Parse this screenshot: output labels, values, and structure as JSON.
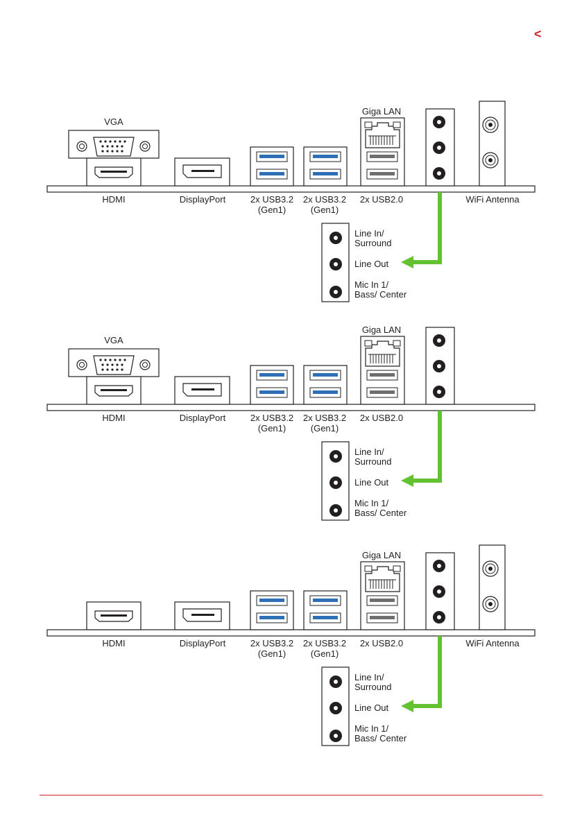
{
  "page_mark": "<",
  "accent_color": "#d2232a",
  "arrow_color": "#63c132",
  "panels": [
    {
      "vga": "VGA",
      "hdmi": "HDMI",
      "displayport": "DisplayPort",
      "usb32_a_line1": "2x USB3.2",
      "usb32_a_line2": "(Gen1)",
      "usb32_b_line1": "2x USB3.2",
      "usb32_b_line2": "(Gen1)",
      "usb20": "2x USB2.0",
      "giga_lan": "Giga LAN",
      "wifi": "WiFi Antenna",
      "line_in_1": "Line In/",
      "line_in_2": "Surround",
      "line_out": "Line Out",
      "mic_1": "Mic In 1/",
      "mic_2": "Bass/ Center"
    },
    {
      "vga": "VGA",
      "hdmi": "HDMI",
      "displayport": "DisplayPort",
      "usb32_a_line1": "2x USB3.2",
      "usb32_a_line2": "(Gen1)",
      "usb32_b_line1": "2x USB3.2",
      "usb32_b_line2": "(Gen1)",
      "usb20": "2x USB2.0",
      "giga_lan": "Giga LAN",
      "line_in_1": "Line In/",
      "line_in_2": "Surround",
      "line_out": "Line Out",
      "mic_1": "Mic In 1/",
      "mic_2": "Bass/ Center"
    },
    {
      "hdmi": "HDMI",
      "displayport": "DisplayPort",
      "usb32_a_line1": "2x USB3.2",
      "usb32_a_line2": "(Gen1)",
      "usb32_b_line1": "2x USB3.2",
      "usb32_b_line2": "(Gen1)",
      "usb20": "2x USB2.0",
      "giga_lan": "Giga LAN",
      "wifi": "WiFi Antenna",
      "line_in_1": "Line In/",
      "line_in_2": "Surround",
      "line_out": "Line Out",
      "mic_1": "Mic In 1/",
      "mic_2": "Bass/ Center"
    }
  ]
}
